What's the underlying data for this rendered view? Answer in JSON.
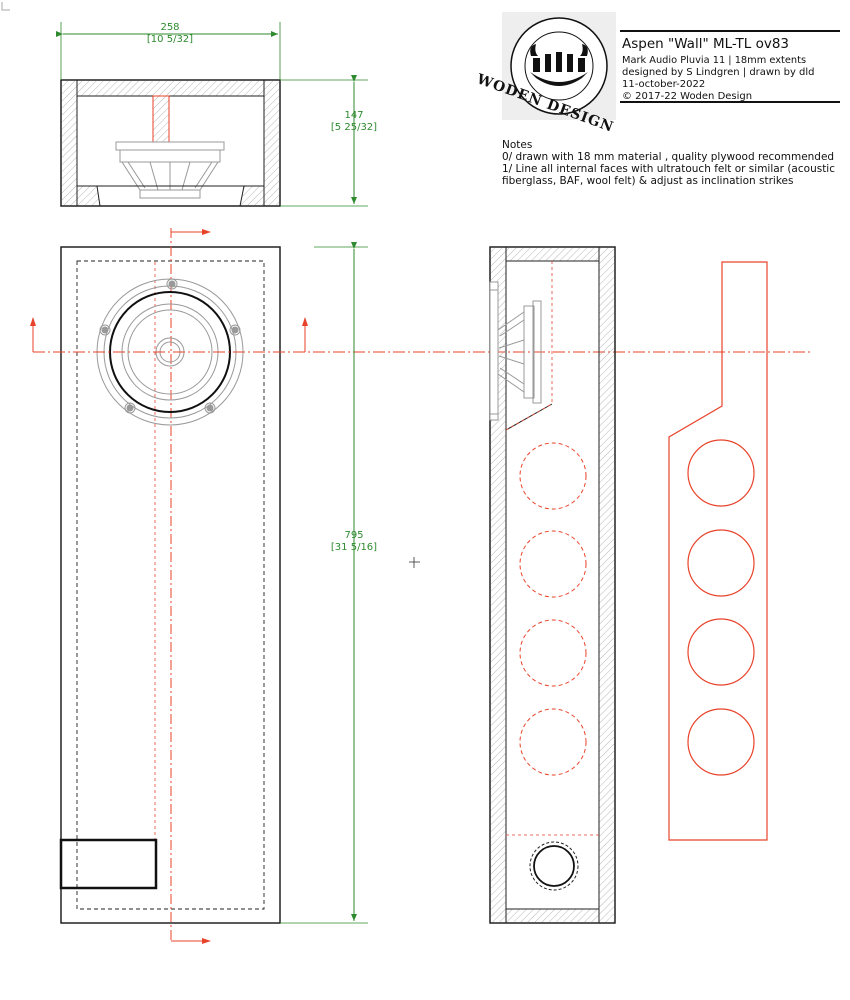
{
  "title_block": {
    "title": "Aspen \"Wall\" ML-TL ov83",
    "line1": "Mark Audio Pluvia 11 | 18mm extents",
    "line2": "designed by S Lindgren | drawn by dld",
    "line3": "11-october-2022",
    "line4": "© 2017-22 Woden Design"
  },
  "logo": {
    "text": "WODEN DESIGN"
  },
  "notes": {
    "heading": "Notes",
    "items": [
      "0/ drawn with 18 mm material , quality plywood recommended",
      "1/ Line all internal faces with ultratouch felt or similar (acoustic",
      "fiberglass, BAF, wool felt) & adjust as inclination strikes"
    ]
  },
  "dimensions": {
    "width_mm": "258",
    "width_in": "[10 5/32]",
    "depth_mm": "147",
    "depth_in": "[5 25/32]",
    "height_mm": "795",
    "height_in": "[31 5/16]"
  },
  "colors": {
    "line": "#222222",
    "dimension": "#2e8a2e",
    "section": "#e8432a",
    "hatch": "#888888",
    "driver": "#999999"
  }
}
